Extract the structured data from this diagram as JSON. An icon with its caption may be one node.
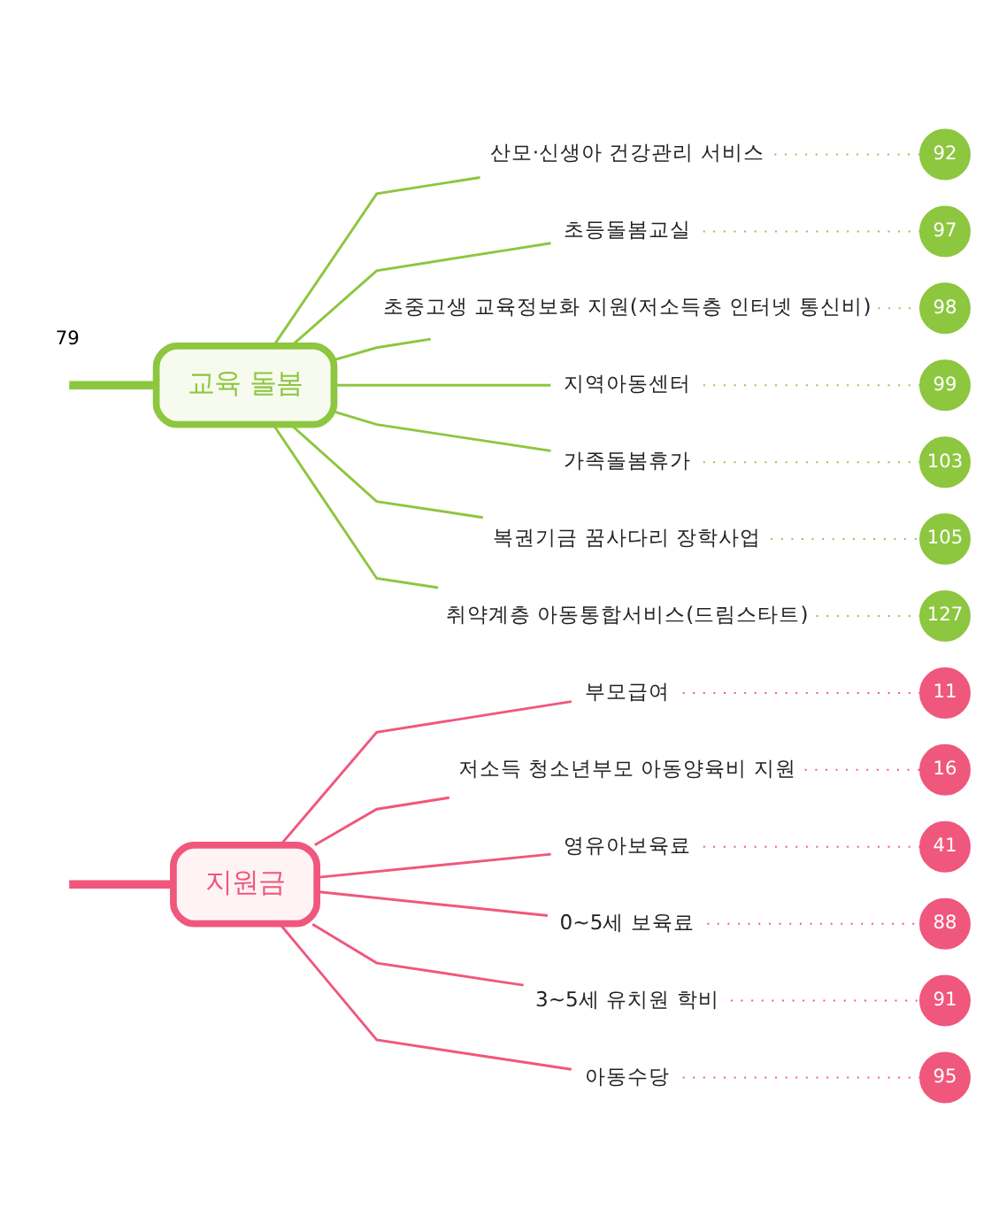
{
  "diagram": {
    "nodes": [
      {
        "text": [
          "지원금"
        ]
      },
      {
        "text": [
          "부모급여"
        ]
      },
      {
        "text": [
          "11"
        ]
      },
      {
        "text": [
          "저소득 청소년부모 아동양육비 지원"
        ]
      },
      {
        "text": [
          "16"
        ]
      },
      {
        "text": [
          "영유아보육료"
        ]
      },
      {
        "text": [
          "41"
        ]
      },
      {
        "text": [
          "0~5세 보육료"
        ]
      },
      {
        "text": [
          "88"
        ]
      },
      {
        "text": [
          "3~5세 유치원 학비"
        ]
      },
      {
        "text": [
          "91"
        ]
      },
      {
        "text": [
          "아동수당"
        ]
      },
      {
        "text": [
          "95"
        ]
      },
      {
        "text": [
          "교육 돌봄"
        ]
      },
      {
        "text": [
          "산모·신생아 건강관리 서비스"
        ]
      },
      {
        "text": [
          "92"
        ]
      },
      {
        "text": [
          "초등돌봄교실"
        ]
      },
      {
        "text": [
          "97"
        ]
      },
      {
        "text": [
          "초중고생 교육정보화 지원(저소득층 인터넷 통신비)"
        ]
      },
      {
        "text": [
          "98"
        ]
      },
      {
        "text": [
          "지역아동센터"
        ]
      },
      {
        "text": [
          "99"
        ]
      },
      {
        "text": [
          "가족돌봄휴가"
        ]
      },
      {
        "text": [
          "103"
        ]
      },
      {
        "text": [
          "복권기금 꿈사다리 장학사업"
        ]
      },
      {
        "text": [
          "105"
        ]
      },
      {
        "text": [
          "취약계층 아동통합서비스(드림스타트)"
        ]
      },
      {
        "text": [
          "127"
        ]
      }
    ],
    "edges": [
      {
        "from": null,
        "to": 0,
        "arrow": "none",
        "style": "thick",
        "color": "#f0577c"
      },
      {
        "from": 0,
        "to": 1,
        "arrow": "none",
        "color": "#f0577c"
      },
      {
        "from": 1,
        "to": 2,
        "arrow": "none",
        "style": "dashed",
        "color": "#f0577c"
      },
      {
        "from": 0,
        "to": 3,
        "arrow": "none",
        "color": "#f0577c"
      },
      {
        "from": 3,
        "to": 4,
        "arrow": "none",
        "style": "dashed",
        "color": "#f0577c"
      },
      {
        "from": 0,
        "to": 5,
        "arrow": "none",
        "color": "#f0577c"
      },
      {
        "from": 5,
        "to": 6,
        "arrow": "none",
        "style": "dashed",
        "color": "#f0577c"
      },
      {
        "from": 0,
        "to": 7,
        "arrow": "none",
        "color": "#f0577c"
      },
      {
        "from": 7,
        "to": 8,
        "arrow": "none",
        "style": "dashed",
        "color": "#f0577c"
      },
      {
        "from": 0,
        "to": 9,
        "arrow": "none",
        "color": "#f0577c"
      },
      {
        "from": 9,
        "to": 10,
        "arrow": "none",
        "style": "dashed",
        "color": "#f0577c"
      },
      {
        "from": 0,
        "to": 11,
        "arrow": "none",
        "color": "#f0577c"
      },
      {
        "from": 11,
        "to": 12,
        "arrow": "none",
        "style": "dashed",
        "color": "#f0577c"
      },
      {
        "from": null,
        "to": 13,
        "arrow": "none",
        "style": "thick",
        "color": "#8dc63f"
      },
      {
        "from": 13,
        "to": 14,
        "arrow": "none",
        "color": "#8dc63f"
      },
      {
        "from": 14,
        "to": 15,
        "arrow": "none",
        "style": "dashed",
        "color": "#8dc63f"
      },
      {
        "from": 13,
        "to": 16,
        "arrow": "none",
        "color": "#8dc63f"
      },
      {
        "from": 16,
        "to": 17,
        "arrow": "none",
        "style": "dashed",
        "color": "#8dc63f"
      },
      {
        "from": 13,
        "to": 18,
        "arrow": "none",
        "color": "#8dc63f"
      },
      {
        "from": 18,
        "to": 19,
        "arrow": "none",
        "style": "dashed",
        "color": "#8dc63f"
      },
      {
        "from": 13,
        "to": 20,
        "arrow": "none",
        "color": "#8dc63f"
      },
      {
        "from": 20,
        "to": 21,
        "arrow": "none",
        "style": "dashed",
        "color": "#8dc63f"
      },
      {
        "from": 13,
        "to": 22,
        "arrow": "none",
        "color": "#8dc63f"
      },
      {
        "from": 22,
        "to": 23,
        "arrow": "none",
        "style": "dashed",
        "color": "#8dc63f"
      },
      {
        "from": 13,
        "to": 24,
        "arrow": "none",
        "color": "#8dc63f"
      },
      {
        "from": 24,
        "to": 25,
        "arrow": "none",
        "style": "dashed",
        "color": "#8dc63f"
      },
      {
        "from": 13,
        "to": 26,
        "arrow": "none",
        "color": "#8dc63f"
      },
      {
        "from": 26,
        "to": 27,
        "arrow": "none",
        "style": "dashed",
        "color": "#8dc63f"
      }
    ],
    "labels": [
      "79"
    ]
  }
}
